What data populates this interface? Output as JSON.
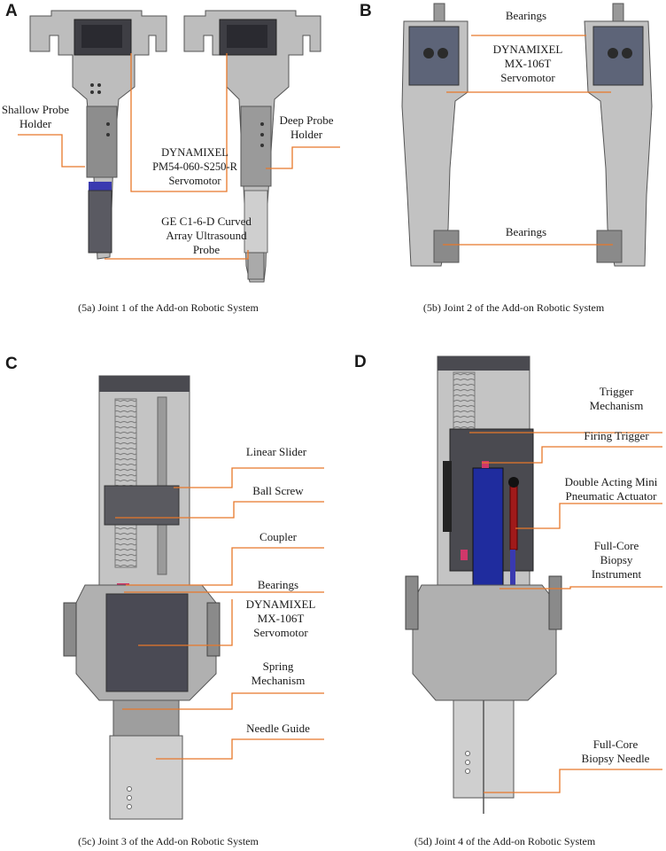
{
  "panels": {
    "a": {
      "letter": "A",
      "caption": "(5a) Joint 1 of the Add-on Robotic System",
      "labels": {
        "shallow_1": "Shallow Probe",
        "shallow_2": "Holder",
        "deep_1": "Deep Probe",
        "deep_2": "Holder",
        "servo_1": "DYNAMIXEL",
        "servo_2": "PM54-060-S250-R",
        "servo_3": "Servomotor",
        "probe_1": "GE C1-6-D Curved",
        "probe_2": "Array Ultrasound",
        "probe_3": "Probe"
      }
    },
    "b": {
      "letter": "B",
      "caption": "(5b) Joint 2 of the Add-on Robotic System",
      "labels": {
        "bearings_top": "Bearings",
        "servo_1": "DYNAMIXEL",
        "servo_2": "MX-106T",
        "servo_3": "Servomotor",
        "bearings_bottom": "Bearings"
      }
    },
    "c": {
      "letter": "C",
      "caption": "(5c) Joint 3 of the Add-on Robotic System",
      "labels": {
        "linear_slider": "Linear Slider",
        "ball_screw": "Ball Screw",
        "coupler": "Coupler",
        "bearings": "Bearings",
        "servo_1": "DYNAMIXEL",
        "servo_2": "MX-106T",
        "servo_3": "Servomotor",
        "spring_1": "Spring",
        "spring_2": "Mechanism",
        "needle_guide": "Needle Guide"
      }
    },
    "d": {
      "letter": "D",
      "caption": "(5d) Joint 4 of the Add-on Robotic System",
      "labels": {
        "trigger_1": "Trigger",
        "trigger_2": "Mechanism",
        "firing": "Firing Trigger",
        "actuator_1": "Double Acting Mini",
        "actuator_2": "Pneumatic Actuator",
        "instrument_1": "Full-Core",
        "instrument_2": "Biopsy",
        "instrument_3": "Instrument",
        "needle_1": "Full-Core",
        "needle_2": "Biopsy Needle"
      }
    }
  },
  "colors": {
    "leader_line": "#e8782a",
    "body_gray": "#b9b9b9",
    "dark_gray": "#4a4a50",
    "servo_blue": "#5d6478",
    "instrument_blue": "#1f2c9e",
    "actuator_red": "#a01a1a",
    "accent_pink": "#d0386a"
  }
}
